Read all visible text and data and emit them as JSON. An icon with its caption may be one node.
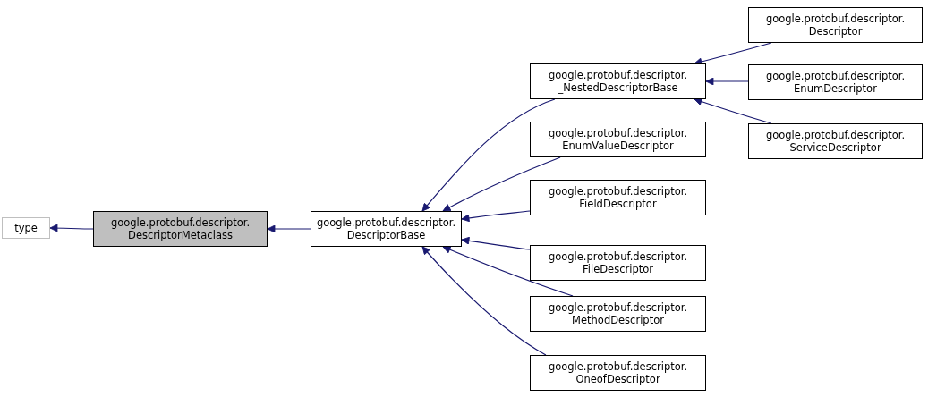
{
  "diagram": {
    "nodes": [
      {
        "text": [
          "type"
        ]
      },
      {
        "text": [
          "google.protobuf.descriptor. DescriptorMetaclass"
        ]
      },
      {
        "text": [
          "google.protobuf.descriptor. DescriptorBase"
        ]
      },
      {
        "text": [
          "google.protobuf.descriptor. _NestedDescriptorBase"
        ]
      },
      {
        "text": [
          "google.protobuf.descriptor. Descriptor"
        ]
      },
      {
        "text": [
          "google.protobuf.descriptor. EnumDescriptor"
        ]
      },
      {
        "text": [
          "google.protobuf.descriptor. ServiceDescriptor"
        ]
      },
      {
        "text": [
          "google.protobuf.descriptor. EnumValueDescriptor"
        ]
      },
      {
        "text": [
          "google.protobuf.descriptor. FieldDescriptor"
        ]
      },
      {
        "text": [
          "google.protobuf.descriptor. FileDescriptor"
        ]
      },
      {
        "text": [
          "google.protobuf.descriptor. MethodDescriptor"
        ]
      },
      {
        "text": [
          "google.protobuf.descriptor. OneofDescriptor"
        ]
      }
    ],
    "edges": [
      {
        "from": 1,
        "to": 0,
        "arrow": "to"
      },
      {
        "from": 2,
        "to": 1,
        "arrow": "to"
      },
      {
        "from": 3,
        "to": 2,
        "arrow": "to"
      },
      {
        "from": 4,
        "to": 3,
        "arrow": "to"
      },
      {
        "from": 5,
        "to": 3,
        "arrow": "to"
      },
      {
        "from": 6,
        "to": 3,
        "arrow": "to"
      },
      {
        "from": 7,
        "to": 2,
        "arrow": "to"
      },
      {
        "from": 8,
        "to": 2,
        "arrow": "to"
      },
      {
        "from": 9,
        "to": 2,
        "arrow": "to"
      },
      {
        "from": 10,
        "to": 2,
        "arrow": "to"
      },
      {
        "from": 11,
        "to": 2,
        "arrow": "to"
      }
    ]
  }
}
